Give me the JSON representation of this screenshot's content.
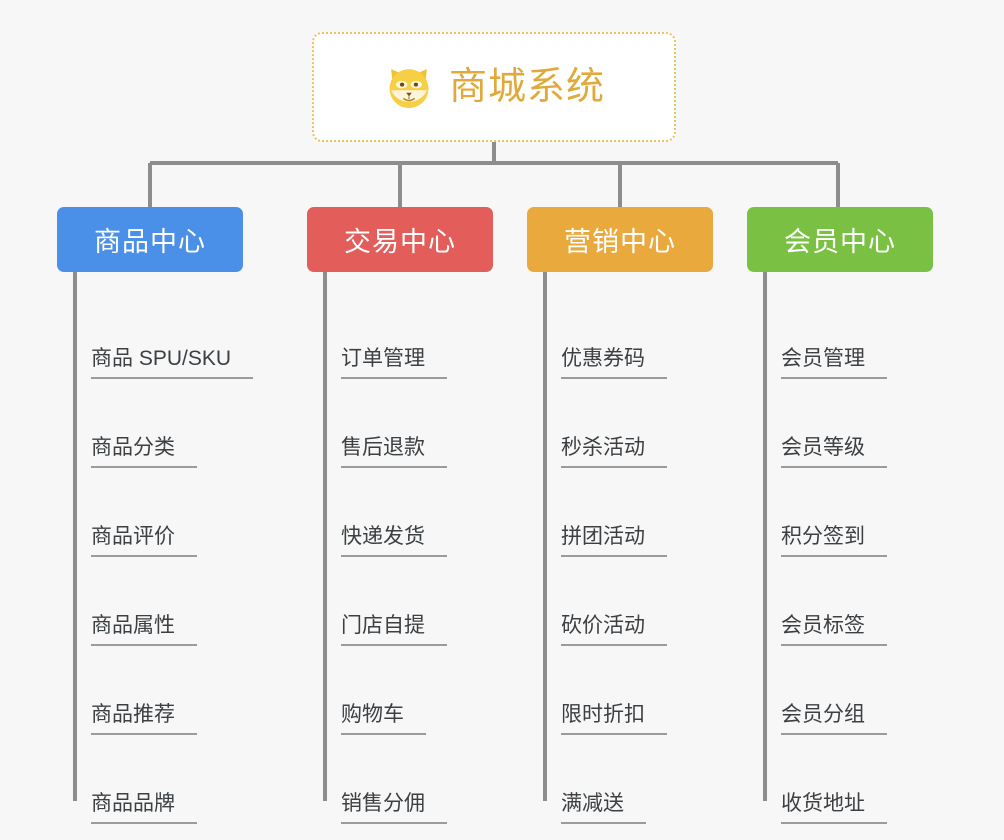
{
  "diagram": {
    "type": "org-chart",
    "background_color": "#f7f7f7",
    "root": {
      "title": "商城系统",
      "icon": "shiba-dog-face-icon",
      "title_color": "#e0a93c",
      "border_color": "#f0c060",
      "fill_color": "#ffffff"
    },
    "connector_color": "#8d8d8d",
    "columns": [
      {
        "header": "商品中心",
        "color": "#4a90e8",
        "items": [
          "商品 SPU/SKU",
          "商品分类",
          "商品评价",
          "商品属性",
          "商品推荐",
          "商品品牌"
        ]
      },
      {
        "header": "交易中心",
        "color": "#e35d5b",
        "items": [
          "订单管理",
          "售后退款",
          "快递发货",
          "门店自提",
          "购物车",
          "销售分佣"
        ]
      },
      {
        "header": "营销中心",
        "color": "#e9a93d",
        "items": [
          "优惠券码",
          "秒杀活动",
          "拼团活动",
          "砍价活动",
          "限时折扣",
          "满减送"
        ]
      },
      {
        "header": "会员中心",
        "color": "#7ac143",
        "items": [
          "会员管理",
          "会员等级",
          "积分签到",
          "会员标签",
          "会员分组",
          "收货地址"
        ]
      }
    ]
  }
}
